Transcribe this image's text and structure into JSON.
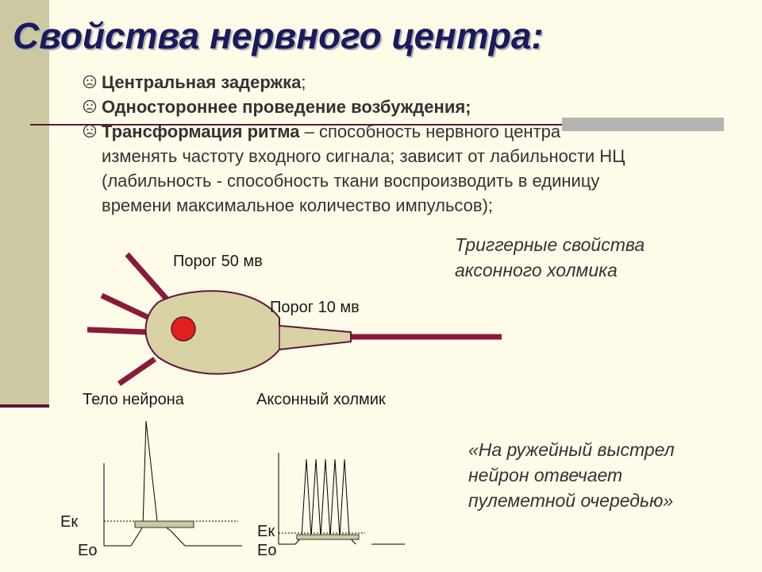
{
  "title": "Свойства нервного центра:",
  "bullets": [
    {
      "bold": "Центральная задержка",
      "rest": ";",
      "lines": []
    },
    {
      "bold": "Одностороннее проведение возбуждения;",
      "rest": "",
      "lines": []
    },
    {
      "bold": "Трансформация ритма",
      "rest": " – способность нервного центра",
      "lines": [
        "изменять частоту входного сигнала; зависит от лабильности НЦ",
        "(лабильность - способность ткани воспроизводить в единицу",
        "времени максимальное количество импульсов);"
      ]
    }
  ],
  "labels": {
    "threshold_50": "Порог 50 мв",
    "threshold_10": "Порог 10 мв",
    "neuron_body": "Тело нейрона",
    "axon_hillock": "Аксонный холмик",
    "ek_left": "Ек",
    "eo_left": "Ео",
    "ek_right": "Ек",
    "eo_right": "Ео"
  },
  "trigger_note": [
    "Триггерные свойства",
    "аксонного холмика"
  ],
  "quote": [
    "«На ружейный выстрел",
    "нейрон отвечает",
    "пулеметной очередью»"
  ],
  "colors": {
    "background": "#FFFBE9",
    "side_band": "#CCC9A2",
    "accent_line": "#5E1637",
    "title": "#1A1A5E",
    "neuron_fill": "#D9D2A5",
    "nucleus": "#E31E1E",
    "dendrite": "#8B1A3A",
    "threshold_bar": "#CCC9A2"
  }
}
